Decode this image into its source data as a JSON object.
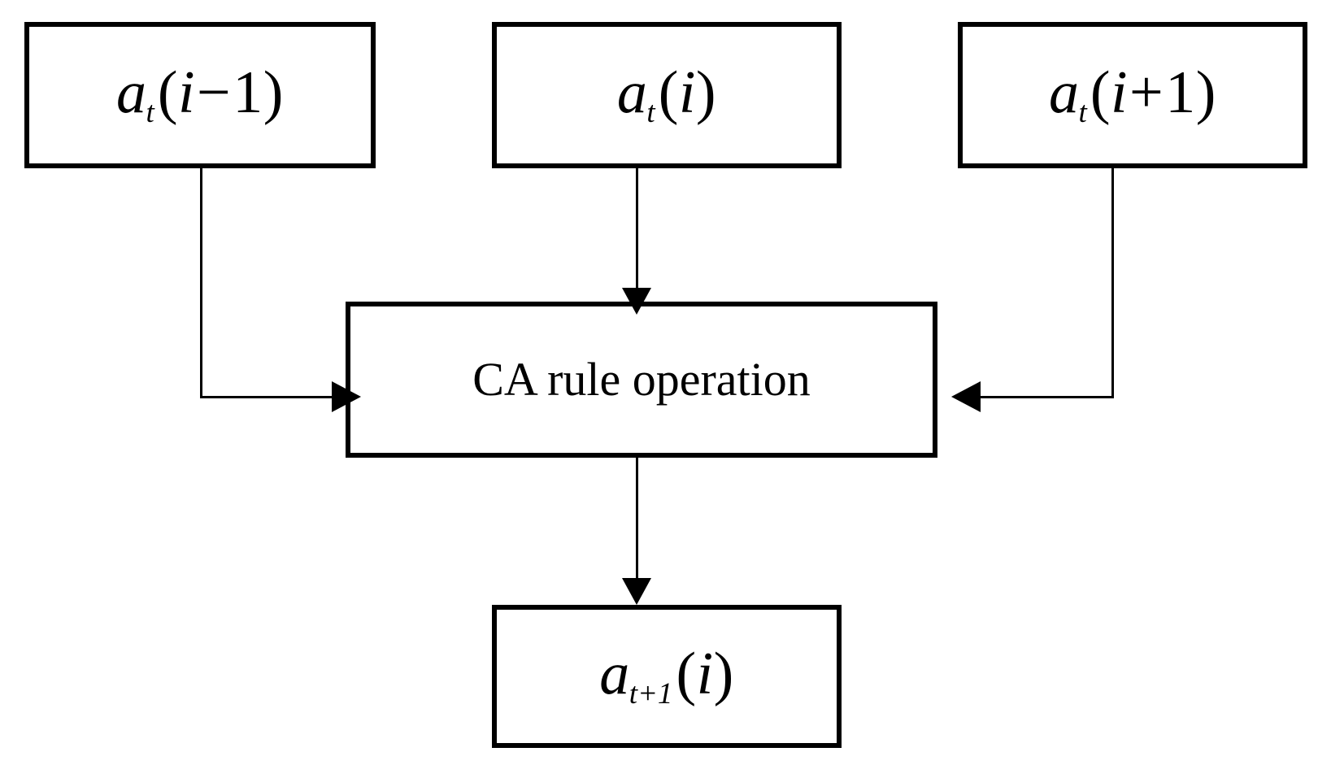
{
  "diagram": {
    "title": "Cellular automaton rule operation schematic",
    "background_color": "#ffffff",
    "stroke_color": "#000000",
    "nodes": [
      {
        "id": "left-input",
        "label": "a_t(i-1)",
        "base": "a",
        "subscript": "t",
        "argument": "(i − 1)",
        "open_paren": "(",
        "var": "i",
        "operator": "−",
        "operand": "1",
        "close_paren": ")"
      },
      {
        "id": "center-input",
        "label": "a_t(i)",
        "base": "a",
        "subscript": "t",
        "argument": "(i)",
        "open_paren": "(",
        "var": "i",
        "operator": "",
        "operand": "",
        "close_paren": ")"
      },
      {
        "id": "right-input",
        "label": "a_t(i+1)",
        "base": "a",
        "subscript": "t",
        "argument": "(i + 1)",
        "open_paren": "(",
        "var": "i",
        "operator": "+",
        "operand": "1",
        "close_paren": ")"
      },
      {
        "id": "process",
        "label": "CA rule operation"
      },
      {
        "id": "output",
        "label": "a_t+1(i)",
        "base": "a",
        "subscript": "t+1",
        "argument": "(i)",
        "open_paren": "(",
        "var": "i",
        "operator": "",
        "operand": "",
        "close_paren": ")"
      }
    ],
    "edges": [
      {
        "id": "left-to-process",
        "from": "left-input",
        "to": "process",
        "direction": "right"
      },
      {
        "id": "center-to-process",
        "from": "center-input",
        "to": "process",
        "direction": "down"
      },
      {
        "id": "right-to-process",
        "from": "right-input",
        "to": "process",
        "direction": "left"
      },
      {
        "id": "process-to-output",
        "from": "process",
        "to": "output",
        "direction": "down"
      }
    ]
  }
}
